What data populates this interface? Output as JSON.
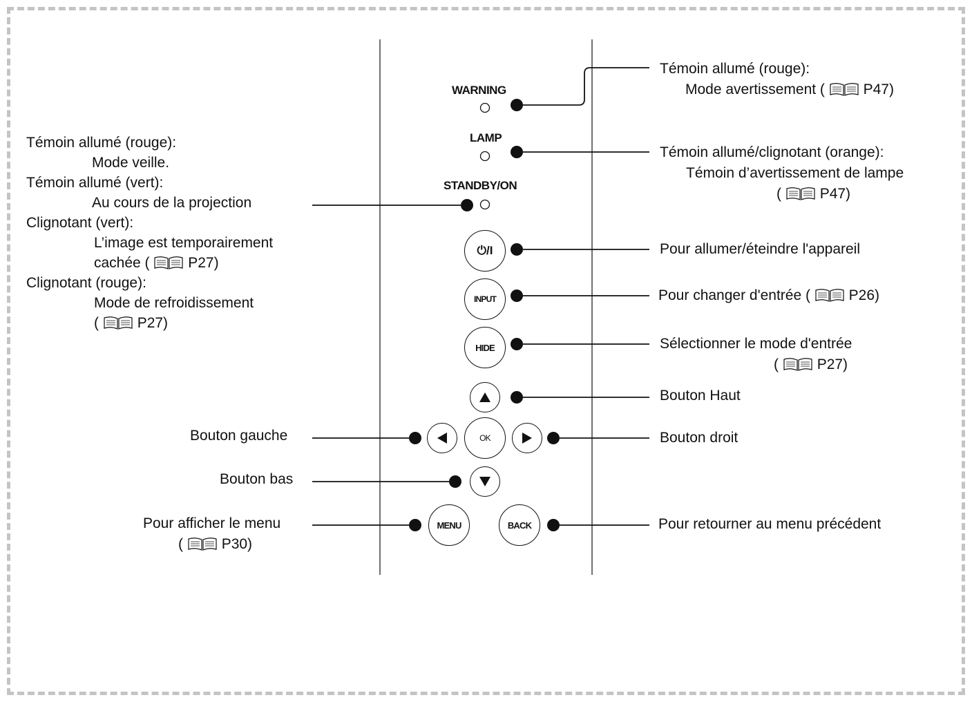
{
  "panel": {
    "warning": "WARNING",
    "lamp": "LAMP",
    "standby": "STANDBY/ON",
    "buttons": {
      "power": "⏻/I",
      "input": "INPUT",
      "hide": "HIDE",
      "ok": "OK",
      "menu": "MENU",
      "back": "BACK"
    }
  },
  "callouts": {
    "warning": {
      "line1": "Témoin allumé (rouge):",
      "line2_prefix": "Mode avertissement (",
      "line2_ref": "P47)"
    },
    "lamp": {
      "line1": "Témoin allumé/clignotant (orange):",
      "line2": "Témoin d’avertissement de lampe",
      "line3_prefix": "(",
      "line3_ref": "P47)"
    },
    "standby": {
      "l1": "Témoin allumé (rouge):",
      "l2": "Mode veille.",
      "l3": "Témoin allumé (vert):",
      "l4": "Au cours de la projection",
      "l5": "Clignotant (vert):",
      "l6": "L’image est temporairement",
      "l7_prefix": "cachée (",
      "l7_ref": "P27)",
      "l8": "Clignotant (rouge):",
      "l9": "Mode de refroidissement",
      "l10_prefix": "(",
      "l10_ref": "P27)"
    },
    "power": "Pour allumer/éteindre l'appareil",
    "input": {
      "prefix": "Pour changer d'entrée (",
      "ref": "P26)"
    },
    "hide": {
      "line1": "Sélectionner le mode d'entrée",
      "line2_prefix": "(",
      "line2_ref": "P27)"
    },
    "up": "Bouton Haut",
    "left": "Bouton gauche",
    "right": "Bouton droit",
    "down": "Bouton bas",
    "menu": {
      "line1": "Pour afficher le menu",
      "line2_prefix": "(",
      "line2_ref": "P30)"
    },
    "back": "Pour retourner au menu précédent"
  },
  "icons": {
    "book": "book-reference-icon",
    "led": "indicator-led-icon",
    "arrows": [
      "up-arrow-icon",
      "down-arrow-icon",
      "left-arrow-icon",
      "right-arrow-icon"
    ]
  }
}
